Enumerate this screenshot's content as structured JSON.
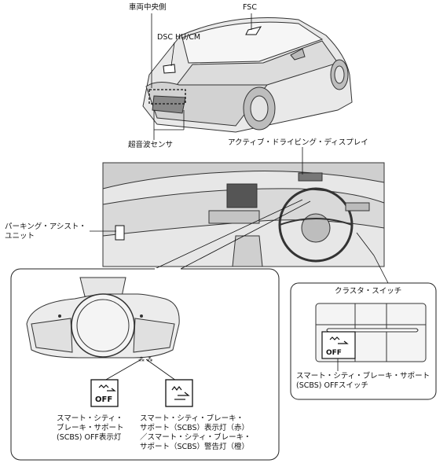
{
  "labels": {
    "vehicle_center": "車両中央側",
    "fsc": "FSC",
    "dsc": "DSC HU/CM",
    "ultrasonic": "超音波センサ",
    "active_display": "アクティブ・ドライビング・ディスプレイ",
    "parking_unit": "パーキング・アシスト・\nユニット",
    "cluster_switch": "クラスタ・スイッチ",
    "scbs_off_switch": "スマート・シティ・ブレーキ・サポート\n(SCBS) OFFスイッチ",
    "scbs_off_indicator": "スマート・シティ・\nブレーキ・サポート\n(SCBS) OFF表示灯",
    "scbs_indicator_warning": "スマート・シティ・ブレーキ・\nサポート（SCBS）表示灯（赤）\n／スマート・シティ・ブレーキ・\nサポート（SCBS）警告灯（橙）",
    "off_text": "OFF"
  },
  "icons": [
    "car-exterior-illustration",
    "dashboard-illustration",
    "instrument-cluster-illustration",
    "scbs-off-icon",
    "scbs-warning-icon",
    "switch-panel-illustration"
  ]
}
